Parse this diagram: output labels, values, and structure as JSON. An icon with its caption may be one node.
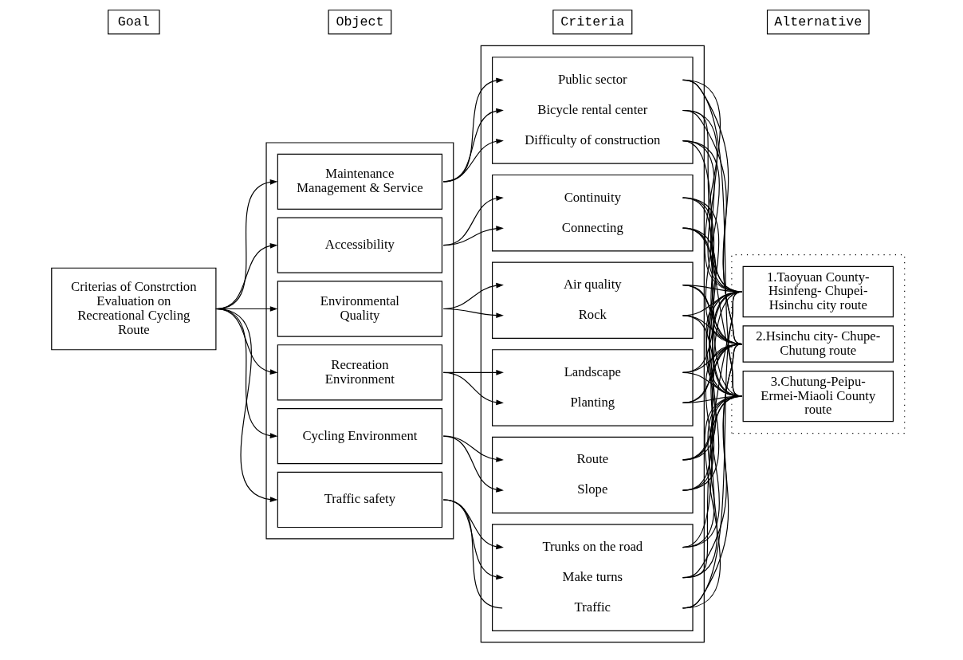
{
  "diagram": {
    "nodes": [
      {
        "text": [
          "Goal"
        ]
      },
      {
        "text": [
          "Object"
        ]
      },
      {
        "text": [
          "Criteria"
        ]
      },
      {
        "text": [
          "Alternative"
        ]
      },
      {
        "text": [
          "Criterias of Constrction Evaluation on Recreational Cycling Route"
        ]
      },
      {
        "text": [],
        "shape": "box"
      },
      {
        "text": [
          "Maintenance Management & Service"
        ],
        "in": 5
      },
      {
        "text": [
          "Accessibility"
        ],
        "in": 5
      },
      {
        "text": [
          "Environmental Quality"
        ],
        "in": 5
      },
      {
        "text": [
          "Recreation Environment"
        ],
        "in": 5
      },
      {
        "text": [
          "Cycling Environment"
        ],
        "in": 5
      },
      {
        "text": [
          "Traffic safety"
        ],
        "in": 5
      },
      {
        "text": [],
        "shape": "box"
      },
      {
        "text": [],
        "shape": "box",
        "in": 12
      },
      {
        "text": [
          "Bicycle rental center"
        ],
        "in": 13
      },
      {
        "text": [
          "Difficulty of construction"
        ],
        "in": 13
      },
      {
        "text": [
          "Public sector"
        ],
        "in": 13
      },
      {
        "text": [],
        "shape": "box",
        "in": 12
      },
      {
        "text": [
          "Continuity"
        ],
        "in": 17
      },
      {
        "text": [
          "Connecting"
        ],
        "in": 17
      },
      {
        "text": [],
        "shape": "box",
        "in": 12
      },
      {
        "text": [
          "Air quality"
        ],
        "in": 20
      },
      {
        "text": [
          "Rock"
        ],
        "in": 20
      },
      {
        "text": [],
        "shape": "box",
        "in": 12
      },
      {
        "text": [
          "Landscape"
        ],
        "in": 23
      },
      {
        "text": [
          "Planting"
        ],
        "in": 23
      },
      {
        "text": [],
        "shape": "box",
        "in": 12
      },
      {
        "text": [
          "Route"
        ],
        "in": 26
      },
      {
        "text": [
          "Slope"
        ],
        "in": 26
      },
      {
        "text": [],
        "shape": "box",
        "in": 12
      },
      {
        "text": [
          "Make turns"
        ],
        "in": 29
      },
      {
        "text": [
          "Traffic"
        ],
        "in": 29
      },
      {
        "text": [
          "Trunks on the road"
        ],
        "in": 29
      },
      {
        "text": [],
        "shape": "box"
      },
      {
        "text": [
          "1.Taoyuan County- Hsinfeng- Chupei- Hsinchu city route"
        ],
        "in": 33
      },
      {
        "text": [
          "2.Hsinchu city- Chupe-Chutung route"
        ],
        "in": 33
      },
      {
        "text": [
          "3.Chutung-Peipu- Ermei-Miaoli County route"
        ],
        "in": 33
      }
    ],
    "edges": [
      {
        "from": 4,
        "to": 6,
        "arrow": "to"
      },
      {
        "from": 4,
        "to": 7,
        "arrow": "to"
      },
      {
        "from": 4,
        "to": 8,
        "arrow": "to"
      },
      {
        "from": 4,
        "to": 9,
        "arrow": "to"
      },
      {
        "from": 4,
        "to": 10,
        "arrow": "to"
      },
      {
        "from": 4,
        "to": 11,
        "arrow": "to"
      },
      {
        "from": 6,
        "to": 14,
        "arrow": "to"
      },
      {
        "from": 6,
        "to": 15,
        "arrow": "to"
      },
      {
        "from": 6,
        "to": 16,
        "arrow": "to"
      },
      {
        "from": 7,
        "to": 18,
        "arrow": "to"
      },
      {
        "from": 7,
        "to": 19,
        "arrow": "to"
      },
      {
        "from": 8,
        "to": 21,
        "arrow": "to"
      },
      {
        "from": 8,
        "to": 22,
        "arrow": "to"
      },
      {
        "from": 9,
        "to": 24,
        "arrow": "to"
      },
      {
        "from": 9,
        "to": 25,
        "arrow": "to"
      },
      {
        "from": 10,
        "to": 27,
        "arrow": "to"
      },
      {
        "from": 10,
        "to": 28,
        "arrow": "to"
      },
      {
        "from": 11,
        "to": 30,
        "arrow": "to"
      },
      {
        "from": 11,
        "to": 31,
        "arrow": "none"
      },
      {
        "from": 11,
        "to": 32,
        "arrow": "to"
      },
      {
        "from": 14,
        "to": 34,
        "arrow": "none"
      },
      {
        "from": 14,
        "to": 35,
        "arrow": "none"
      },
      {
        "from": 14,
        "to": 36,
        "arrow": "none"
      },
      {
        "from": 15,
        "to": 34,
        "arrow": "none"
      },
      {
        "from": 15,
        "to": 35,
        "arrow": "none"
      },
      {
        "from": 15,
        "to": 36,
        "arrow": "none"
      },
      {
        "from": 16,
        "to": 34,
        "arrow": "none"
      },
      {
        "from": 16,
        "to": 35,
        "arrow": "none"
      },
      {
        "from": 16,
        "to": 36,
        "arrow": "none"
      },
      {
        "from": 18,
        "to": 34,
        "arrow": "none"
      },
      {
        "from": 18,
        "to": 35,
        "arrow": "none"
      },
      {
        "from": 18,
        "to": 36,
        "arrow": "none"
      },
      {
        "from": 19,
        "to": 34,
        "arrow": "none"
      },
      {
        "from": 19,
        "to": 35,
        "arrow": "none"
      },
      {
        "from": 19,
        "to": 36,
        "arrow": "none"
      },
      {
        "from": 21,
        "to": 34,
        "arrow": "none"
      },
      {
        "from": 21,
        "to": 35,
        "arrow": "none"
      },
      {
        "from": 21,
        "to": 36,
        "arrow": "none"
      },
      {
        "from": 22,
        "to": 34,
        "arrow": "none"
      },
      {
        "from": 22,
        "to": 35,
        "arrow": "none"
      },
      {
        "from": 22,
        "to": 36,
        "arrow": "none"
      },
      {
        "from": 24,
        "to": 34,
        "arrow": "none"
      },
      {
        "from": 24,
        "to": 35,
        "arrow": "none"
      },
      {
        "from": 24,
        "to": 36,
        "arrow": "none"
      },
      {
        "from": 25,
        "to": 34,
        "arrow": "none"
      },
      {
        "from": 25,
        "to": 35,
        "arrow": "none"
      },
      {
        "from": 25,
        "to": 36,
        "arrow": "none"
      },
      {
        "from": 27,
        "to": 34,
        "arrow": "none"
      },
      {
        "from": 27,
        "to": 35,
        "arrow": "none"
      },
      {
        "from": 27,
        "to": 36,
        "arrow": "none"
      },
      {
        "from": 28,
        "to": 34,
        "arrow": "none"
      },
      {
        "from": 28,
        "to": 35,
        "arrow": "none"
      },
      {
        "from": 28,
        "to": 36,
        "arrow": "none"
      },
      {
        "from": 30,
        "to": 34,
        "arrow": "none"
      },
      {
        "from": 30,
        "to": 35,
        "arrow": "none"
      },
      {
        "from": 30,
        "to": 36,
        "arrow": "none"
      },
      {
        "from": 31,
        "to": 34,
        "arrow": "none"
      },
      {
        "from": 31,
        "to": 35,
        "arrow": "none"
      },
      {
        "from": 31,
        "to": 36,
        "arrow": "none"
      },
      {
        "from": 32,
        "to": 34,
        "arrow": "none"
      },
      {
        "from": 32,
        "to": 35,
        "arrow": "none"
      },
      {
        "from": 32,
        "to": 36,
        "arrow": "none"
      }
    ]
  }
}
